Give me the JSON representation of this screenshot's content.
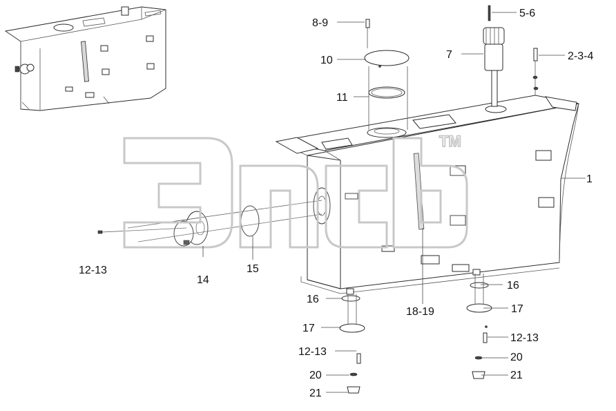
{
  "diagram": {
    "watermark_mark": "TM",
    "callouts": {
      "c1": "1",
      "c2": "2-3-4",
      "c5": "5-6",
      "c7": "7",
      "c8": "8-9",
      "c10": "10",
      "c11": "11",
      "c12a": "12-13",
      "c12b": "12-13",
      "c12c": "12-13",
      "c14": "14",
      "c15": "15",
      "c16a": "16",
      "c16b": "16",
      "c17a": "17",
      "c17b": "17",
      "c18": "18-19",
      "c20a": "20",
      "c20b": "20",
      "c21a": "21",
      "c21b": "21"
    }
  }
}
